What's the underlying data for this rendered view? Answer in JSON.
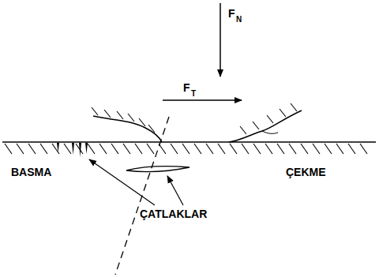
{
  "diagram": {
    "labels": [
      "F",
      "N",
      "F",
      "T",
      "BASMA",
      "ÇEKME",
      "ÇATLAKLAR"
    ]
  }
}
